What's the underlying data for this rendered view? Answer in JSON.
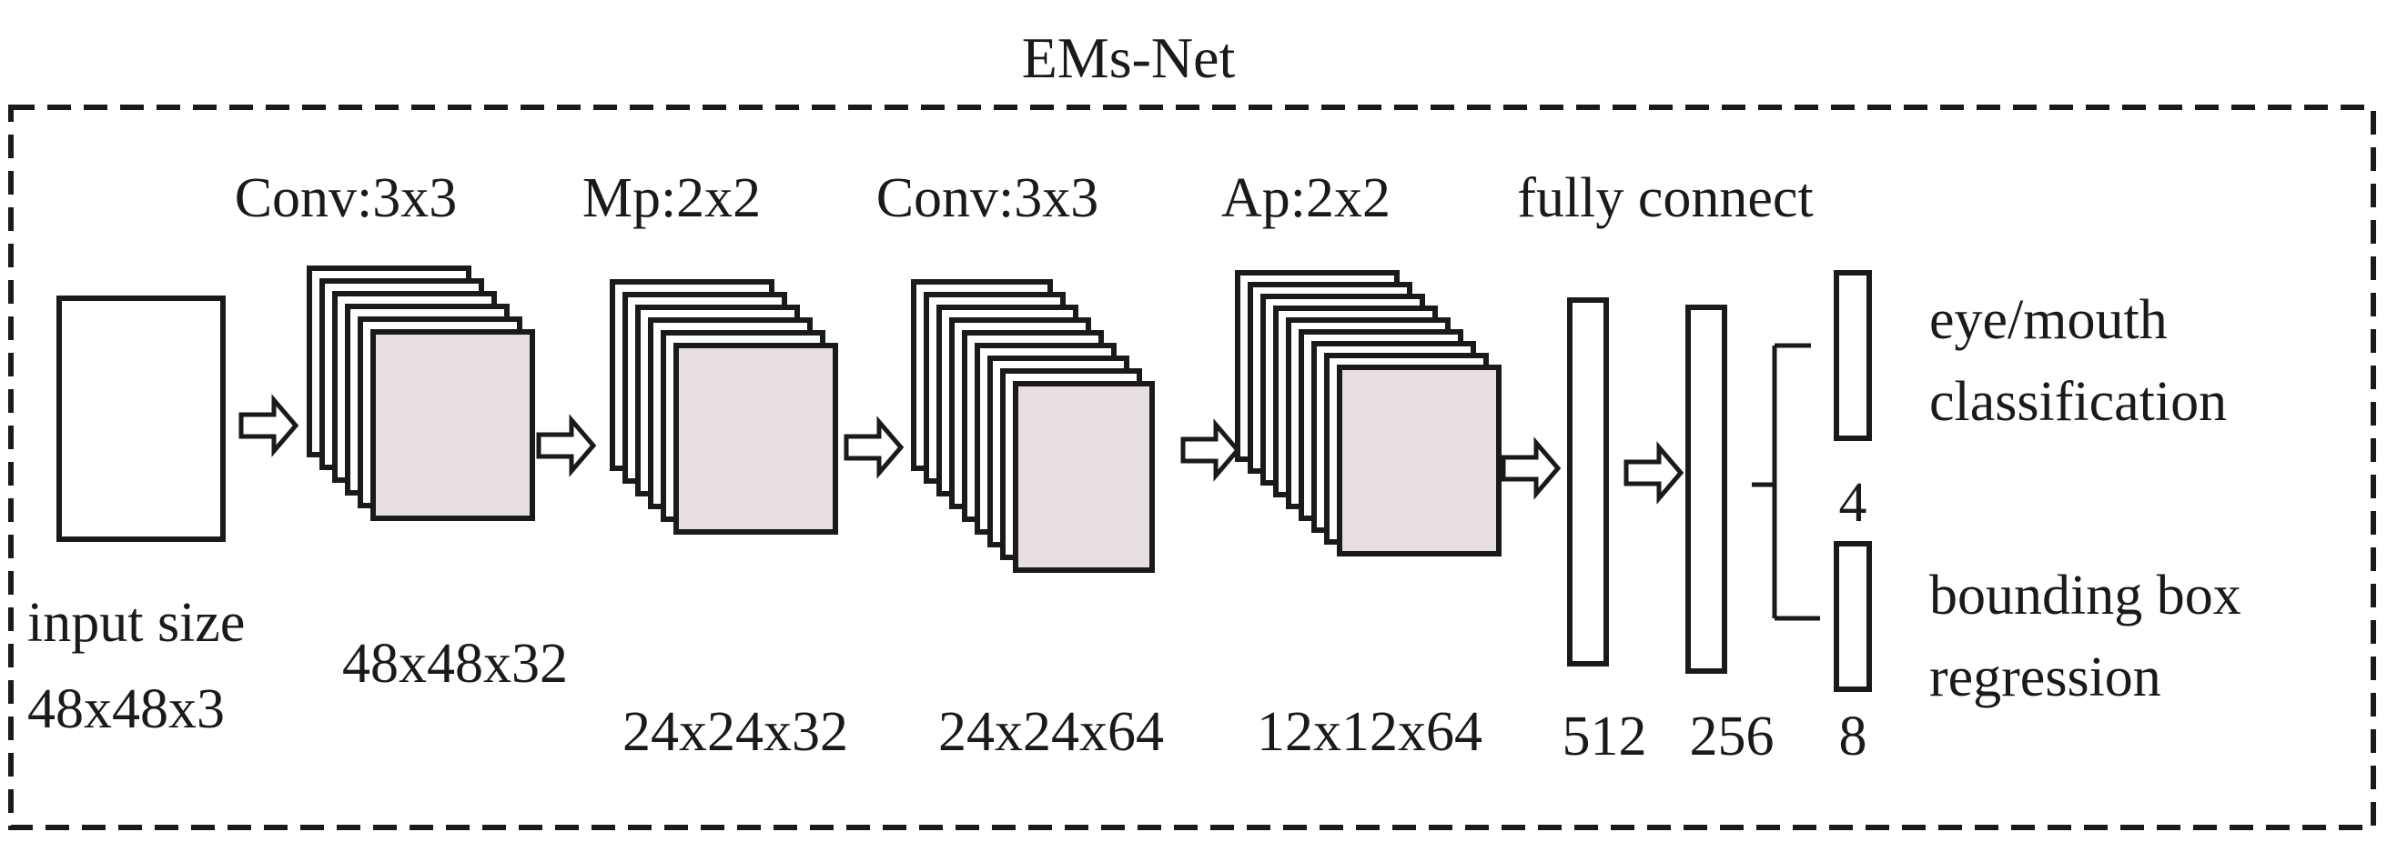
{
  "title": "EMs-Net",
  "input": {
    "label_line1": "input size",
    "label_line2": "48x48x3"
  },
  "layers": [
    {
      "op": "Conv:3x3",
      "size": "48x48x32",
      "fill": "#e7dfdf",
      "count": 6
    },
    {
      "op": "Mp:2x2",
      "size": "24x24x32",
      "fill": "#e7dfdf",
      "count": 6
    },
    {
      "op": "Conv:3x3",
      "size": "24x24x64",
      "fill": "#e7dfdf",
      "count": 9
    },
    {
      "op": "Ap:2x2",
      "size": "12x12x64",
      "fill": "#e7dfdf",
      "count": 9
    }
  ],
  "fully_connected": {
    "label": "fully connect",
    "layers": [
      {
        "size": "512"
      },
      {
        "size": "256"
      }
    ]
  },
  "outputs": [
    {
      "line1": "eye/mouth",
      "line2": "classification",
      "size": "4"
    },
    {
      "line1": "bounding box",
      "line2": "regression",
      "size": "8"
    }
  ],
  "colors": {
    "stroke": "#1a1a1a",
    "feature_fill": "#e7dfdf",
    "box_fill": "#ffffff"
  }
}
